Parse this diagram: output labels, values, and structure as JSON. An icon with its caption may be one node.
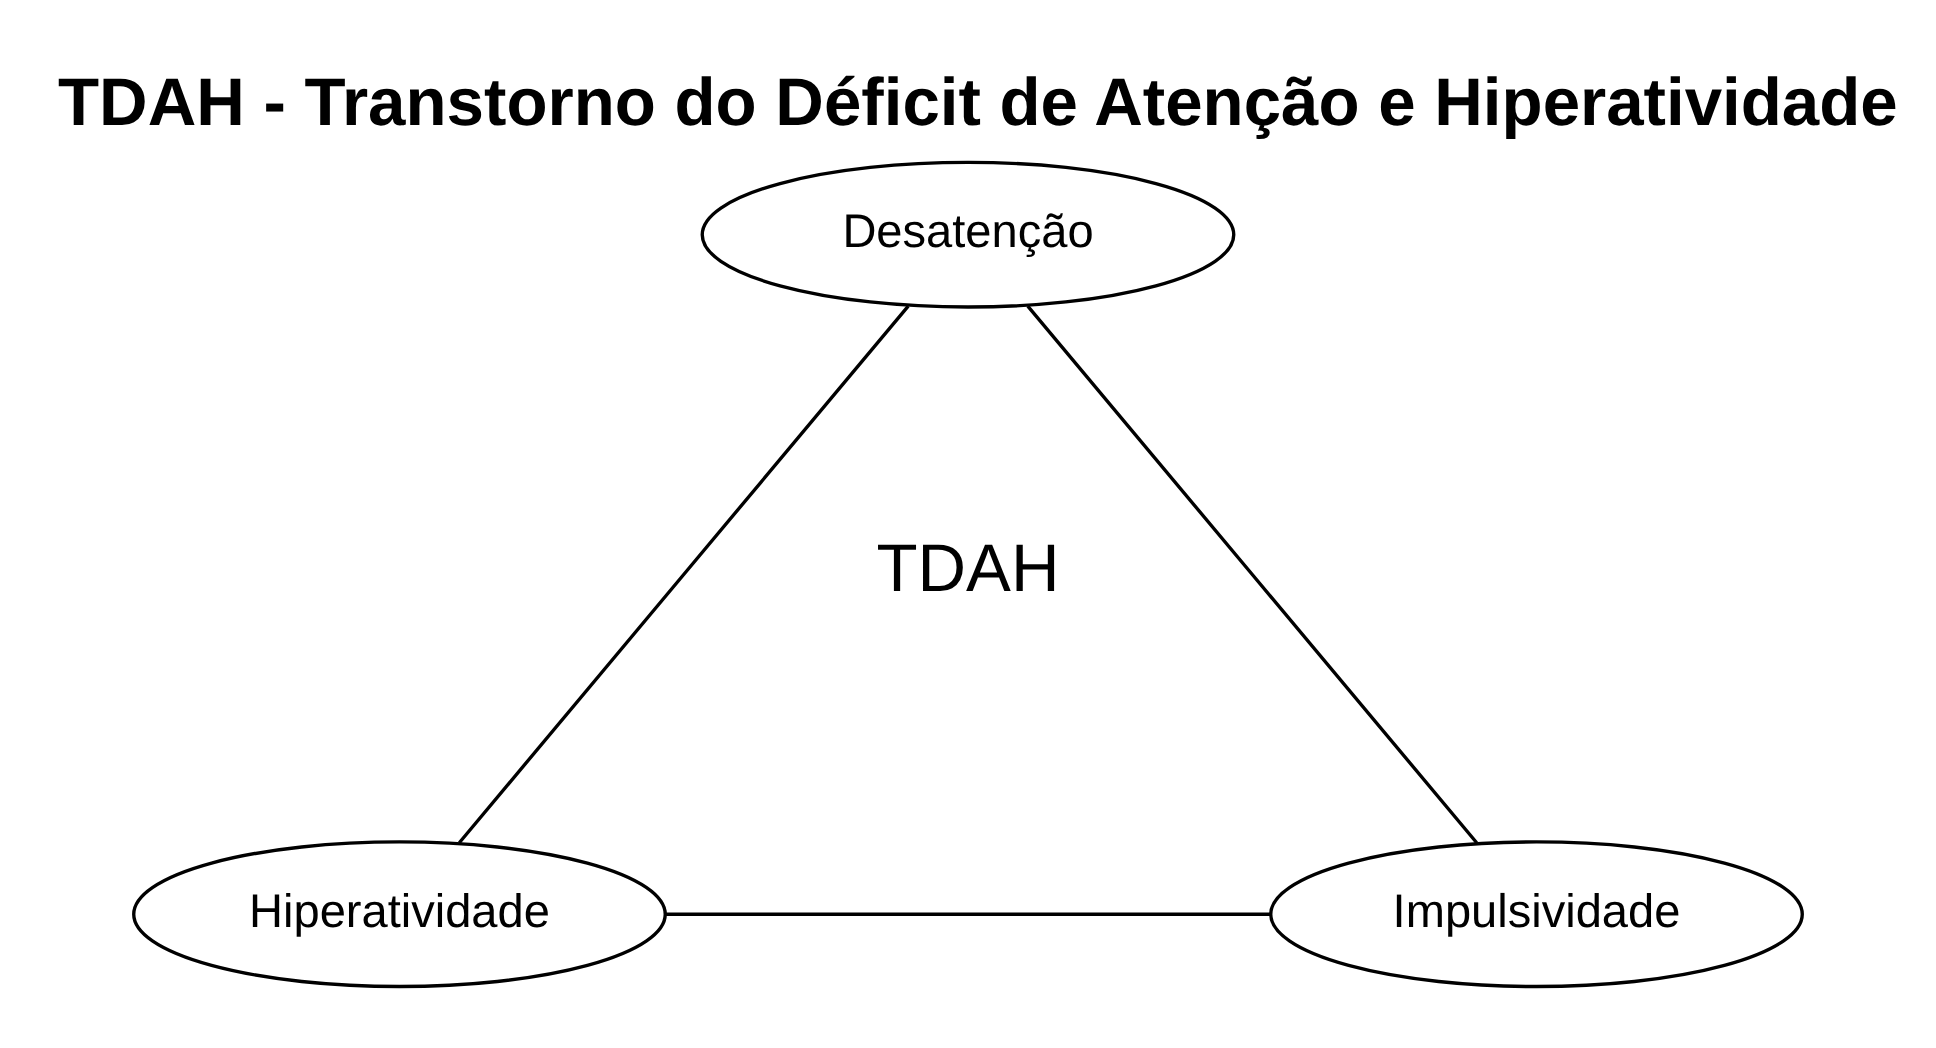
{
  "diagram": {
    "title": "TDAH - Transtorno do Déficit de Atenção e Hiperatividade",
    "nodes": [
      {
        "text": [
          "Desatenção"
        ]
      },
      {
        "text": [
          "Hiperatividade"
        ]
      },
      {
        "text": [
          "Impulsividade"
        ]
      }
    ],
    "edges": [
      {
        "from": 0,
        "to": 1,
        "arrow": "none"
      },
      {
        "from": 0,
        "to": 2,
        "arrow": "none"
      },
      {
        "from": 1,
        "to": 2,
        "arrow": "none"
      }
    ],
    "labels": [
      "TDAH"
    ]
  }
}
